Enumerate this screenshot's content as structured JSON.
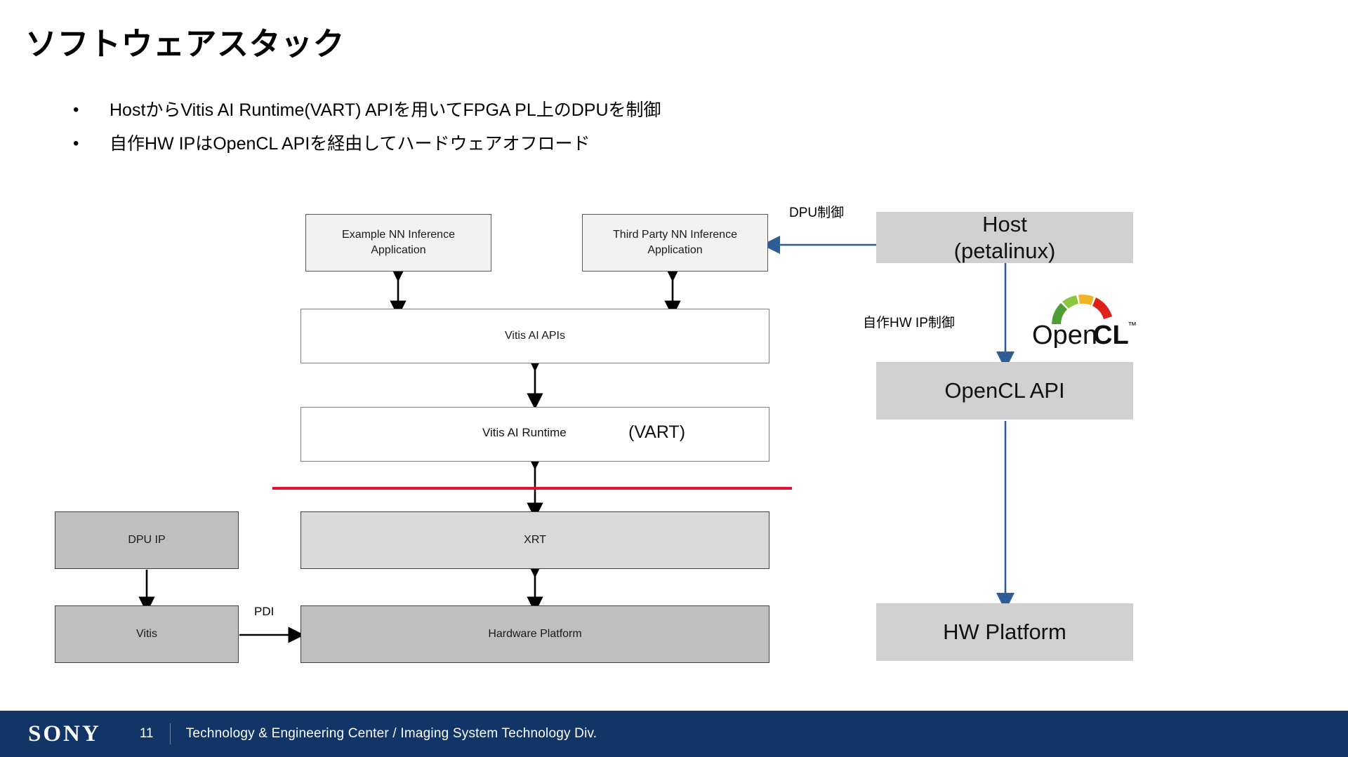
{
  "slide": {
    "title": "ソフトウェアスタック",
    "bullet_marker": "•",
    "bullets": [
      "HostからVitis AI Runtime(VART) APIを用いてFPGA PL上のDPUを制御",
      "自作HW IPはOpenCL APIを経由してハードウェアオフロード"
    ]
  },
  "diagram": {
    "left_stack": {
      "example_app": "Example NN Inference\nApplication",
      "example_app_line1": "Example NN Inference",
      "example_app_line2": "Application",
      "third_party_line1": "Third Party NN Inference",
      "third_party_line2": "Application",
      "vitis_ai_apis": "Vitis AI APIs",
      "vitis_ai_runtime": "Vitis AI Runtime",
      "vart": "(VART)",
      "xrt": "XRT",
      "hardware_platform": "Hardware Platform",
      "dpu_ip": "DPU IP",
      "vitis": "Vitis",
      "pdi_label": "PDI"
    },
    "right_stack": {
      "host_line1": "Host",
      "host_line2": "(petalinux)",
      "opencl_api": "OpenCL API",
      "hw_platform": "HW Platform",
      "dpu_control_label": "DPU制御",
      "hw_ip_control_label": "自作HW IP制御",
      "opencl_logo_open": "Open",
      "opencl_logo_cl": "CL",
      "opencl_logo_tm": "™"
    },
    "colors": {
      "red_divider": "#e8112d",
      "arrow_blue": "#2e5c95",
      "arrow_black": "#000000",
      "right_box_fill": "#d0d0d0",
      "xrt_fill": "#d9d9d9",
      "hw_fill": "#bfbfbf",
      "app_fill": "#f2f2f2",
      "opencl_green": "#4f9e33",
      "opencl_lightgreen": "#8cc63f",
      "opencl_yellow": "#f0b323",
      "opencl_red": "#e0201b"
    }
  },
  "footer": {
    "brand": "SONY",
    "page_number": "11",
    "org": "Technology & Engineering Center / Imaging System Technology Div.",
    "background": "#123567"
  }
}
